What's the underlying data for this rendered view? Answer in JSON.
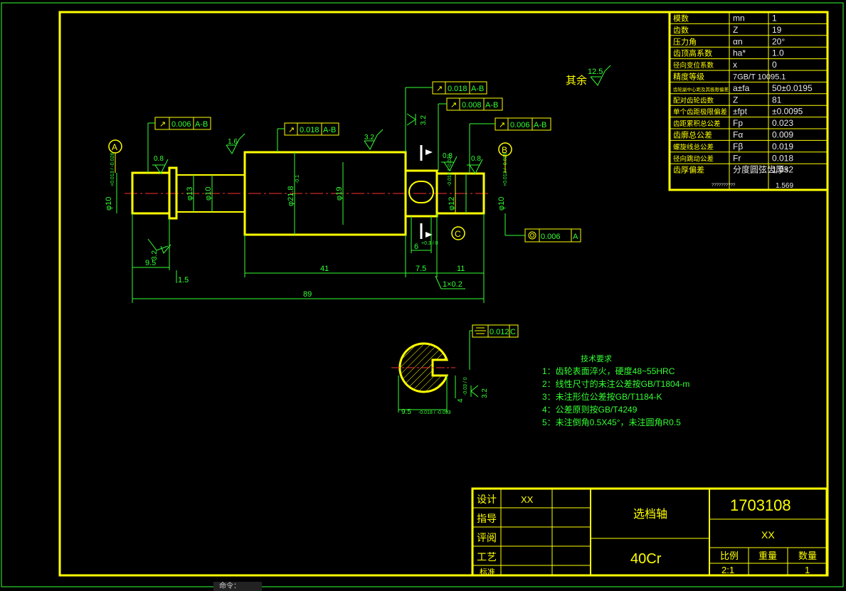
{
  "gear_table": {
    "rows": [
      {
        "name": "模数",
        "sym": "mn",
        "val": "1"
      },
      {
        "name": "齿数",
        "sym": "Z",
        "val": "19"
      },
      {
        "name": "压力角",
        "sym": "αn",
        "val": "20°"
      },
      {
        "name": "齿顶高系数",
        "sym": "ha*",
        "val": "1.0"
      },
      {
        "name": "径向变位系数",
        "sym": "x",
        "val": "0"
      },
      {
        "name": "精度等级",
        "sym": "7GB/T 10095.1",
        "val": ""
      },
      {
        "name": "齿轮副中心距及其极限偏差",
        "sym": "a±fa",
        "val": "50±0.0195"
      },
      {
        "name": "配对齿轮齿数",
        "sym": "Z",
        "val": "81"
      },
      {
        "name": "单个齿距极限偏差",
        "sym": "±fpt",
        "val": "±0.0095"
      },
      {
        "name": "齿距累积总公差",
        "sym": "Fp",
        "val": "0.023"
      },
      {
        "name": "齿廓总公差",
        "sym": "Fα",
        "val": "0.009"
      },
      {
        "name": "螺旋线总公差",
        "sym": "Fβ",
        "val": "0.019"
      },
      {
        "name": "径向跳动公差",
        "sym": "Fr",
        "val": "0.018"
      },
      {
        "name": "齿厚偏差",
        "sym": "分度圆弦齿厚s",
        "val": "1.032"
      }
    ],
    "last_extra_sym": "??????????",
    "last_extra_val": "1.569"
  },
  "surface_rest": {
    "label": "其余",
    "value": "12.5"
  },
  "datums": {
    "a": "A",
    "b": "B",
    "c": "C"
  },
  "tolerances": {
    "t1": "0.006",
    "t1_ref": "A-B",
    "t2": "0.018",
    "t2_ref": "A-B",
    "t3": "0.018",
    "t3_ref": "A-B",
    "t4": "0.008",
    "t4_ref": "A-B",
    "t5": "0.006",
    "t5_ref": "A-B",
    "t6": "0.006",
    "t6_ref": "A",
    "t7": "0.012",
    "t7_ref": "C"
  },
  "roughness": {
    "r1": "1.6",
    "r2": "0.8",
    "r3": "3.2",
    "r4": "3.2",
    "r5": "0.8",
    "r6": "0.8",
    "r7": "3.2",
    "r8": "3.2"
  },
  "dims": {
    "d_left": "φ10",
    "d_left_tol": "+0.013 / -0.028",
    "d13": "φ13",
    "d10": "φ10",
    "d_gear": "φ21.8",
    "d_gear_tol": "-0.1",
    "d19": "φ19",
    "d12": "φ12",
    "d12_tol": "-0.016 / -0.027",
    "d_right": "φ10",
    "d_right_tol": "+0.013 / -0.028",
    "l41": "41",
    "l75": "7.5",
    "l11": "11",
    "l95": "9.5",
    "l15": "1.5",
    "l89": "89",
    "l6": "6",
    "l6_tol": "+0.3 / 0",
    "chamfer": "1×0.2",
    "sec_w": "9.5",
    "sec_w_tol": "-0.018 / -0.093",
    "sec_d": "4",
    "sec_d_tol": "-0.03 / 0"
  },
  "tech_req": {
    "title": "技术要求",
    "items": [
      "1：齿轮表面淬火，硬度48~55HRC",
      "2：线性尺寸的未注公差按GB/T1804-m",
      "3：未注形位公差按GB/T1184-K",
      "4：公差原则按GB/T4249",
      "5：未注倒角0.5X45°，未注圆角R0.5"
    ]
  },
  "title_block": {
    "labels": [
      "设计",
      "指导",
      "评阅",
      "工艺",
      "标准"
    ],
    "designer": "XX",
    "part_name": "选档轴",
    "material": "40Cr",
    "drawing_no": "1703108",
    "org": "XX",
    "scale_label": "比例",
    "weight_label": "重量",
    "qty_label": "数量",
    "scale": "2:1",
    "weight": "",
    "qty": "1"
  },
  "command_line": "命令："
}
